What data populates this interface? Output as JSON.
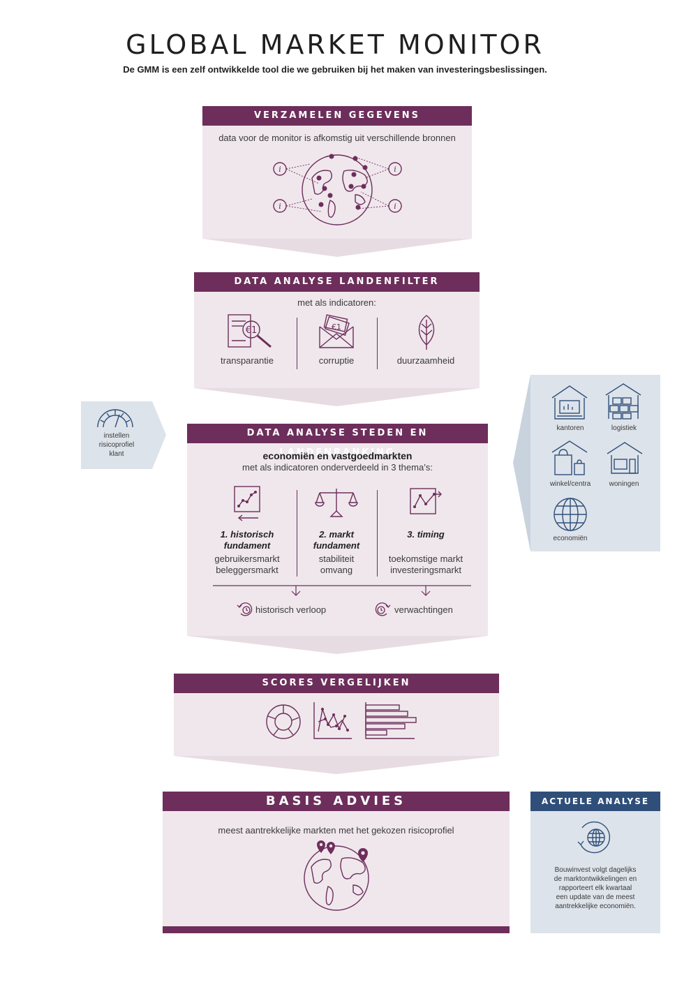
{
  "header": {
    "title": "GLOBAL MARKET MONITOR",
    "subtitle": "De GMM is een zelf ontwikkelde tool die we gebruiken bij het maken van investeringsbeslissingen."
  },
  "step1": {
    "title": "VERZAMELEN GEGEVENS",
    "text": "data voor de monitor is afkomstig uit verschillende bronnen",
    "icon": "globe-info-icon"
  },
  "step2": {
    "title": "DATA ANALYSE LANDENFILTER",
    "intro": "met als indicatoren:",
    "items": [
      {
        "label": "transparantie",
        "icon": "document-magnifier-icon"
      },
      {
        "label": "corruptie",
        "icon": "envelope-money-icon"
      },
      {
        "label": "duurzaamheid",
        "icon": "leaf-icon"
      }
    ]
  },
  "side_left": {
    "label_lines": [
      "instellen",
      "risicoprofiel",
      "klant"
    ],
    "icon": "gauge-icon"
  },
  "step3": {
    "title": "DATA ANALYSE STEDEN EN LANDENRANKING",
    "heading": "economiën en vastgoedmarkten",
    "intro": "met als indicatoren onderverdeeld in 3 thema’s:",
    "themes": [
      {
        "title_lines": [
          "1. historisch",
          "fundament"
        ],
        "lines": [
          "gebruikersmarkt",
          "beleggersmarkt"
        ],
        "icon": "history-chart-icon"
      },
      {
        "title_lines": [
          "2. markt",
          "fundament"
        ],
        "lines": [
          "stabiliteit",
          "omvang"
        ],
        "icon": "scales-icon"
      },
      {
        "title_lines": [
          "3. timing"
        ],
        "lines": [
          "toekomstige markt",
          "investeringsmarkt"
        ],
        "icon": "timing-chart-icon"
      }
    ],
    "outputs": [
      {
        "label": "historisch verloop",
        "icon": "history-clock-icon"
      },
      {
        "label": "verwachtingen",
        "icon": "forward-clock-icon"
      }
    ]
  },
  "side_right": {
    "items": [
      {
        "label": "kantoren",
        "icon": "office-icon"
      },
      {
        "label": "logistiek",
        "icon": "warehouse-icon"
      },
      {
        "label": "winkel/centra",
        "icon": "shop-icon"
      },
      {
        "label": "woningen",
        "icon": "house-icon"
      },
      {
        "label": "economiën",
        "icon": "globe-grid-icon"
      }
    ]
  },
  "step4": {
    "title": "SCORES VERGELIJKEN",
    "icons": [
      "donut-chart-icon",
      "line-chart-icon",
      "bar-chart-icon"
    ]
  },
  "step5": {
    "title": "BASIS ADVIES",
    "text": "meest aantrekkelijke markten met het gekozen risicoprofiel",
    "icon": "globe-star-icon"
  },
  "side_bottom": {
    "title": "ACTUELE ANALYSE",
    "text_lines": [
      "Bouwinvest volgt dagelijks",
      "de marktontwikkelingen en",
      "rapporteert elk kwartaal",
      "een update van de meest",
      "aantrekkelijke economiën."
    ],
    "icon": "globe-refresh-icon"
  },
  "colors": {
    "purple": "#6d2e5b",
    "panel": "#efe7ec",
    "blue": "#2f4f7a",
    "bluepanel": "#dde3ea"
  }
}
